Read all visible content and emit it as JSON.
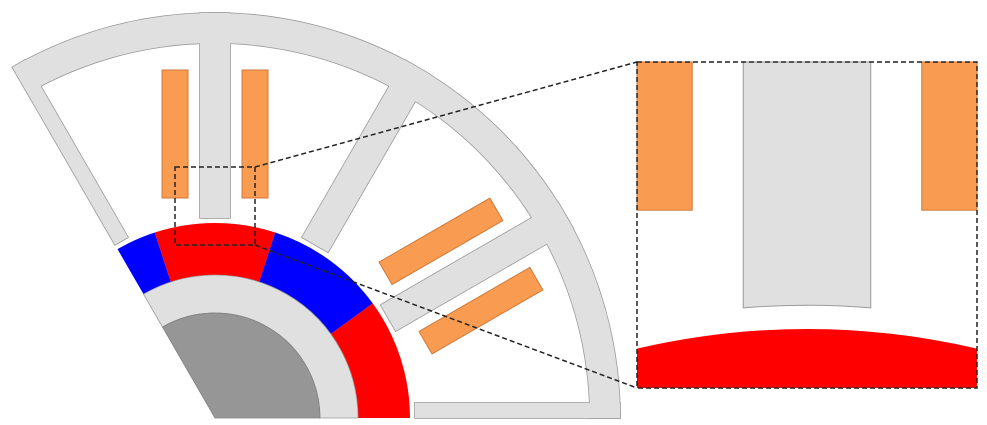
{
  "diagram": {
    "type": "motor-cross-section-with-zoom-inset",
    "colors": {
      "stator": "#e0e0e0",
      "outline": "#9a9a9a",
      "rotor_core": "#e0e0e0",
      "shaft": "#969696",
      "magnet_north": "#ff0000",
      "magnet_south": "#0000ff",
      "coil": "#f99b51",
      "coil_outline": "#cf7a3a",
      "dash": "#222222"
    },
    "magnets": [
      {
        "from_deg": 108,
        "to_deg": 120,
        "color": "magnet_south"
      },
      {
        "from_deg": 72,
        "to_deg": 108,
        "color": "magnet_north"
      },
      {
        "from_deg": 36,
        "to_deg": 72,
        "color": "magnet_south"
      },
      {
        "from_deg": 0,
        "to_deg": 36,
        "color": "magnet_north"
      }
    ],
    "teeth_deg": [
      120,
      90,
      60,
      30,
      0
    ],
    "coil_teeth_deg": [
      90,
      30
    ]
  }
}
